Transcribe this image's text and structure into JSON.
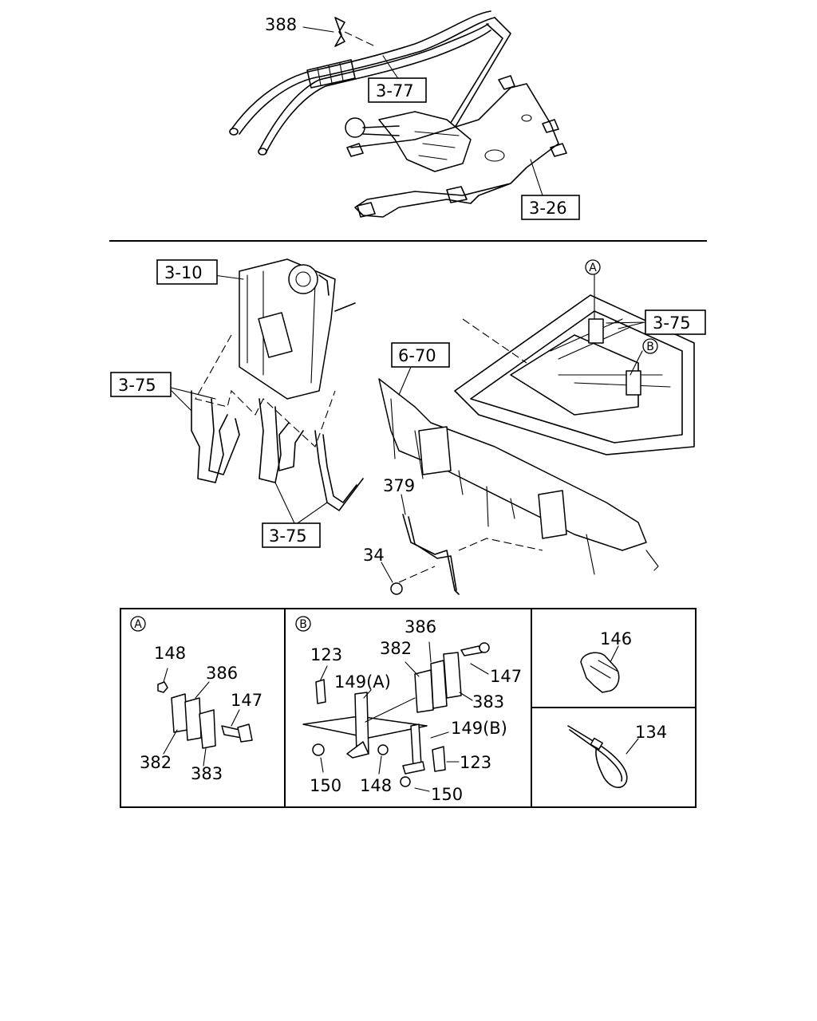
{
  "labels": {
    "l388": "388",
    "l3_77": "3-77",
    "l3_26": "3-26",
    "l3_10": "3-10",
    "l3_75a": "3-75",
    "l3_75b": "3-75",
    "l3_75c": "3-75",
    "l6_70": "6-70",
    "l379": "379",
    "l34": "34",
    "cA": "A",
    "cB": "B"
  },
  "detail_a": {
    "circle": "A",
    "l148": "148",
    "l386": "386",
    "l147": "147",
    "l382": "382",
    "l383": "383"
  },
  "detail_b": {
    "circle": "B",
    "l123a": "123",
    "l149a": "149(A)",
    "l382": "382",
    "l386": "386",
    "l147": "147",
    "l383": "383",
    "l149b": "149(B)",
    "l123b": "123",
    "l150a": "150",
    "l148": "148",
    "l150b": "150"
  },
  "detail_c": {
    "l146": "146",
    "l134": "134"
  }
}
